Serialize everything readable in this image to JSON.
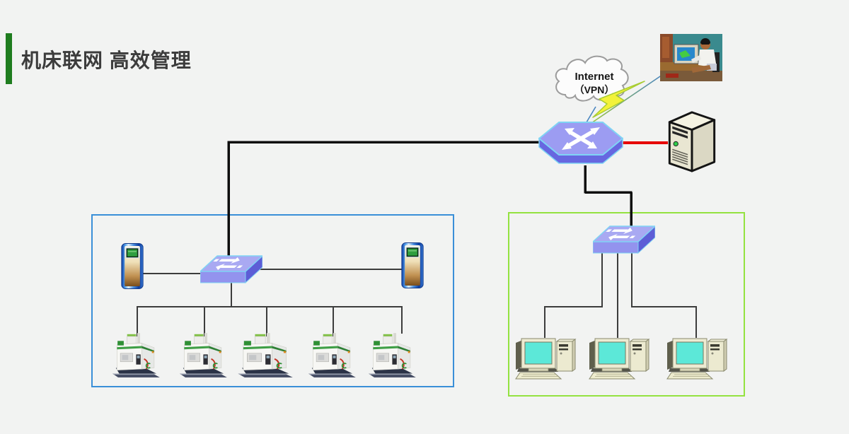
{
  "header": {
    "title": "机床联网 高效管理"
  },
  "cloud": {
    "line1": "Internet",
    "line2": "（VPN）"
  },
  "colors": {
    "background": "#f2f3f2",
    "accent_bar": "#1f7d1f",
    "title_text": "#3c3c3c",
    "workshop_border": "#3a8fd8",
    "office_border": "#94e240",
    "wan_link": "#e60000",
    "trunk_link": "#0d0d0d",
    "lan_link": "#3c3c3c",
    "lightning": "#f2f23a"
  },
  "diagram": {
    "wan": {
      "router_count": 1,
      "server_count": 1,
      "remote_user_count": 1
    },
    "workshop_zone": {
      "switch_count": 1,
      "dnc_terminal_count": 2,
      "cnc_machine_count": 5
    },
    "office_zone": {
      "switch_count": 1,
      "computer_count": 3
    }
  },
  "icons": {
    "internet-cloud-icon": "scalloped outline cloud",
    "lightning-bolt-icon": "yellow zigzag bolt",
    "router-icon": "3d hexagonal router with crossed white arrows",
    "switch-icon": "3d flat lan switch with white arrows",
    "server-icon": "beige tower server with green led",
    "dnc-terminal-icon": "blue kiosk pillar with green screen",
    "cnc-machine-icon": "white cnc machining center with green trim",
    "desktop-pc-icon": "beige desktop computer with cyan screen",
    "remote-user-photo": "operator working at computer desk"
  }
}
